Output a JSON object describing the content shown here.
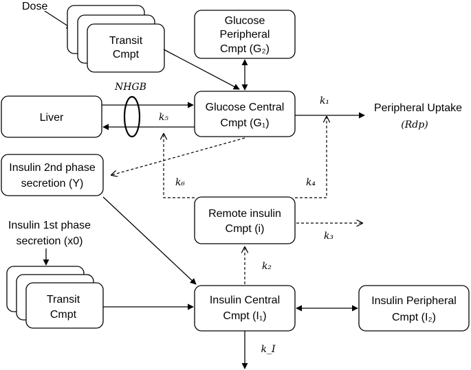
{
  "dose": "Dose",
  "transit_top": {
    "line1": "Transit",
    "line2": "Cmpt"
  },
  "glucose_peripheral": {
    "line1": "Glucose",
    "line2": "Peripheral",
    "line3": "Cmpt (G₂)"
  },
  "liver": "Liver",
  "nhgb": "NHGB",
  "glucose_central": {
    "line1": "Glucose Central",
    "line2": "Cmpt (G₁)"
  },
  "peripheral_uptake": {
    "line1": "Peripheral Uptake",
    "line2": "(Rdp)"
  },
  "insulin_2nd": {
    "line1": "Insulin 2nd phase",
    "line2": "secretion (Y)"
  },
  "remote_insulin": {
    "line1": "Remote insulin",
    "line2": "Cmpt (i)"
  },
  "insulin_1st": {
    "line1": "Insulin 1st phase",
    "line2": "secretion (x0)"
  },
  "transit_bottom": {
    "line1": "Transit",
    "line2": "Cmpt"
  },
  "insulin_central": {
    "line1": "Insulin Central",
    "line2": "Cmpt (I₁)"
  },
  "insulin_peripheral": {
    "line1": "Insulin Peripheral",
    "line2": "Cmpt (I₂)"
  },
  "rates": {
    "k1": "k₁",
    "k2": "k₂",
    "k3": "k₃",
    "k4": "k₄",
    "k5": "k₅",
    "k6": "k₆",
    "kI": "k_I"
  }
}
